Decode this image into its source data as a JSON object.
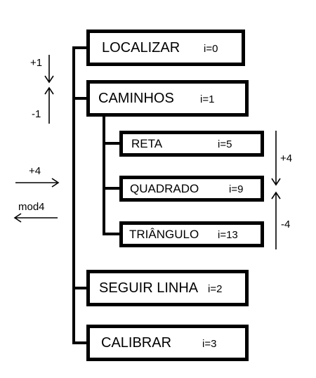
{
  "menu": {
    "items": [
      {
        "label": "LOCALIZAR",
        "index": "i=0"
      },
      {
        "label": "CAMINHOS",
        "index": "i=1"
      },
      {
        "label": "SEGUIR LINHA",
        "index": "i=2"
      },
      {
        "label": "CALIBRAR",
        "index": "i=3"
      }
    ],
    "subitems": [
      {
        "label": "RETA",
        "index": "i=5"
      },
      {
        "label": "QUADRADO",
        "index": "i=9"
      },
      {
        "label": "TRIÂNGULO",
        "index": "i=13"
      }
    ]
  },
  "annotations": {
    "up_plus": "+1",
    "up_minus": "-1",
    "side_plus": "+4",
    "side_mod": "mod4",
    "sub_plus": "+4",
    "sub_minus": "-4"
  }
}
